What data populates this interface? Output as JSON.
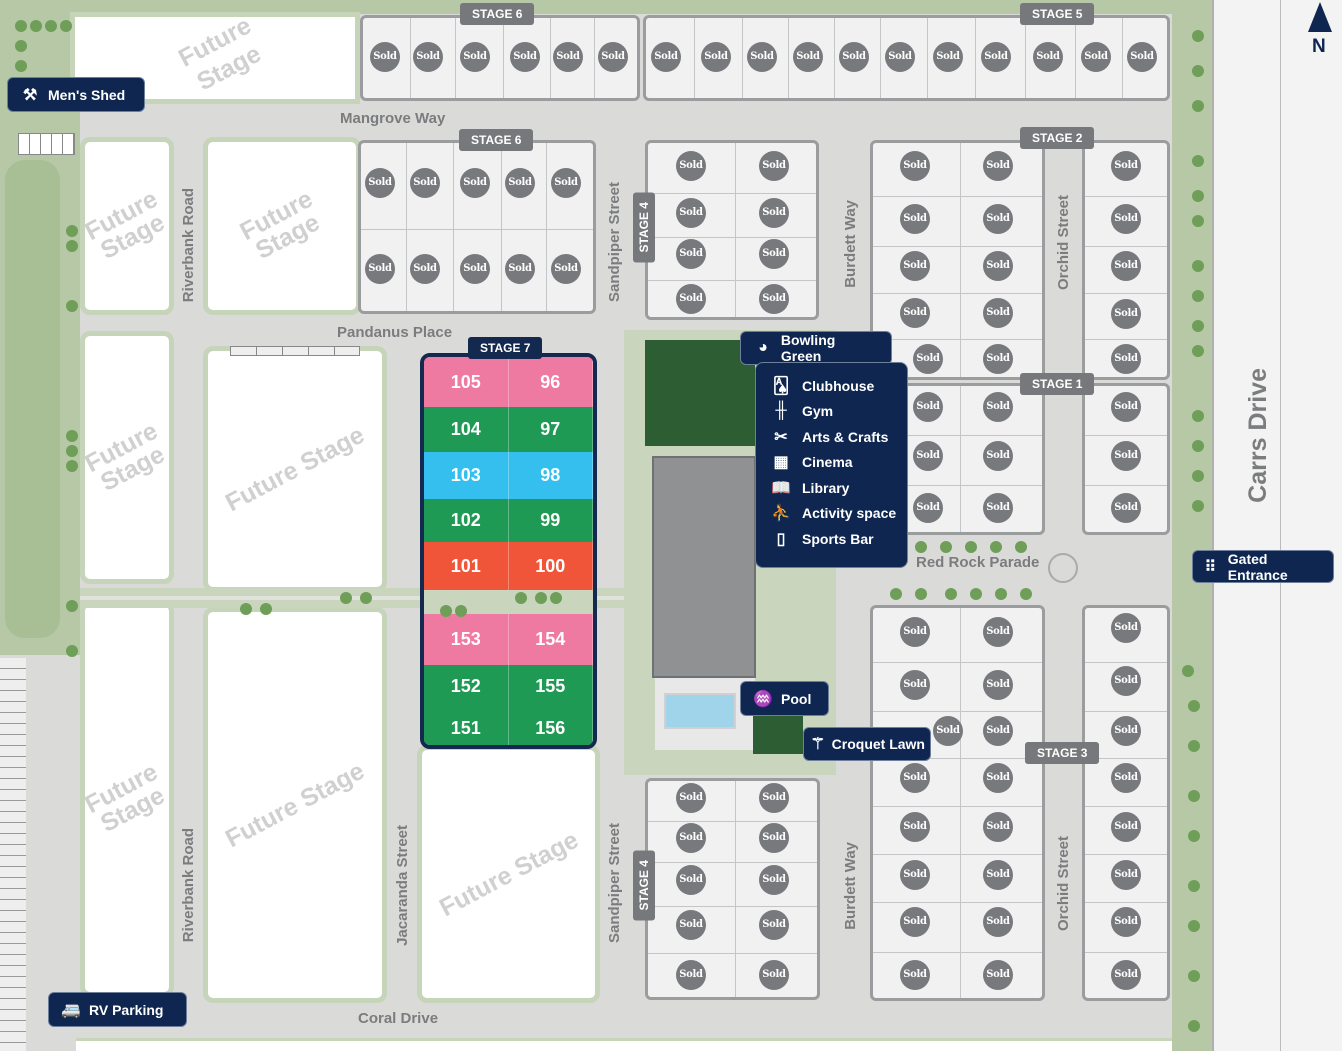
{
  "north_label": "N",
  "sold_label": "Sold",
  "future_stage_label": "Future Stage",
  "future_stage_label_split": [
    "Future",
    "Stage"
  ],
  "stages": {
    "stage1": "STAGE 1",
    "stage2": "STAGE 2",
    "stage3": "STAGE 3",
    "stage4": "STAGE 4",
    "stage5": "STAGE 5",
    "stage6": "STAGE 6",
    "stage7": "STAGE 7"
  },
  "roads": {
    "mangrove": "Mangrove Way",
    "pandanus": "Pandanus Place",
    "riverbank": "Riverbank Road",
    "sandpiper": "Sandpiper Street",
    "burdett": "Burdett Way",
    "orchid": "Orchid Street",
    "jacaranda": "Jacaranda Street",
    "redrock": "Red Rock Parade",
    "coral": "Coral Drive",
    "carrs": "Carrs Drive"
  },
  "callouts": {
    "mens_shed": "Men's Shed",
    "rv_parking": "RV Parking",
    "bowling_green": "Bowling Green",
    "pool": "Pool",
    "croquet_lawn": "Croquet Lawn",
    "gated_entrance": "Gated Entrance"
  },
  "clubhouse_amenities": [
    {
      "label": "Clubhouse",
      "icon": "cards-icon"
    },
    {
      "label": "Gym",
      "icon": "dumbbell-icon"
    },
    {
      "label": "Arts & Crafts",
      "icon": "scissors-icon"
    },
    {
      "label": "Cinema",
      "icon": "film-icon"
    },
    {
      "label": "Library",
      "icon": "book-icon"
    },
    {
      "label": "Activity space",
      "icon": "yoga-icon"
    },
    {
      "label": "Sports Bar",
      "icon": "glass-icon"
    }
  ],
  "stage7_lots": [
    {
      "left": "105",
      "right": "96",
      "status": "pink",
      "color": "#ee7aa2"
    },
    {
      "left": "104",
      "right": "97",
      "status": "green",
      "color": "#1f9a55"
    },
    {
      "left": "103",
      "right": "98",
      "status": "blue",
      "color": "#35bfee"
    },
    {
      "left": "102",
      "right": "99",
      "status": "green",
      "color": "#1f9a55"
    },
    {
      "left": "101",
      "right": "100",
      "status": "red",
      "color": "#f0553a"
    },
    {
      "left": "153",
      "right": "154",
      "status": "pink",
      "color": "#ee7aa2"
    },
    {
      "left": "152",
      "right": "155",
      "status": "green",
      "color": "#1f9a55"
    },
    {
      "left": "151",
      "right": "156",
      "status": "green",
      "color": "#1f9a55"
    }
  ],
  "colors": {
    "navy": "#0e2650",
    "sold": "#77797c"
  }
}
